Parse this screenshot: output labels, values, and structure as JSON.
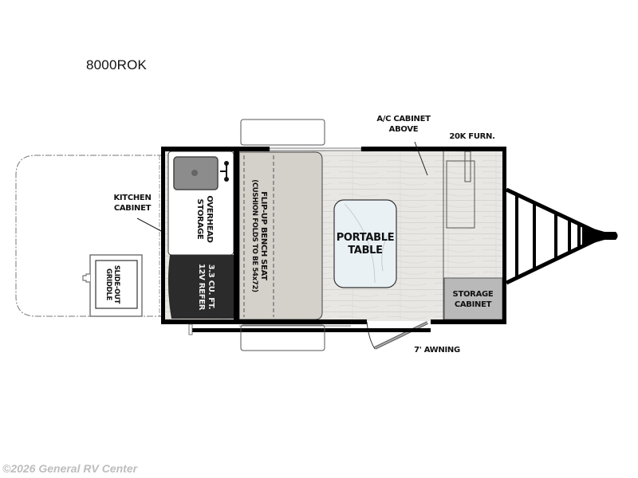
{
  "model": {
    "name": "8000ROK"
  },
  "floorplan": {
    "labels": {
      "kitchen_cabinet": [
        "KITCHEN",
        "CABINET"
      ],
      "overhead_storage": [
        "OVERHEAD",
        "STORAGE"
      ],
      "refer": [
        "3.3 CU. FT.",
        "12V REFER"
      ],
      "slide_out_griddle": [
        "SLIDE-OUT",
        "GRIDDLE"
      ],
      "bench_seat": [
        "FLIP-UP BENCH SEAT",
        "(CUSHION FOLDS TO BE 54x72)"
      ],
      "portable_table": [
        "PORTABLE",
        "TABLE"
      ],
      "ac_cabinet": [
        "A/C CABINET",
        "ABOVE"
      ],
      "furnace": "20K FURN.",
      "storage_cabinet": [
        "STORAGE",
        "CABINET"
      ],
      "awning": "7' AWNING"
    },
    "colors": {
      "wall": "#000000",
      "floor": "#e6e5e2",
      "bench": "#d4d0ca",
      "refer": "#2b2b2b",
      "table": "#eaf1f5",
      "storage_cabinet": "#b9b9b9",
      "sink": "#8c8c8c"
    }
  },
  "footer": {
    "copyright": "©2026 General RV Center"
  }
}
